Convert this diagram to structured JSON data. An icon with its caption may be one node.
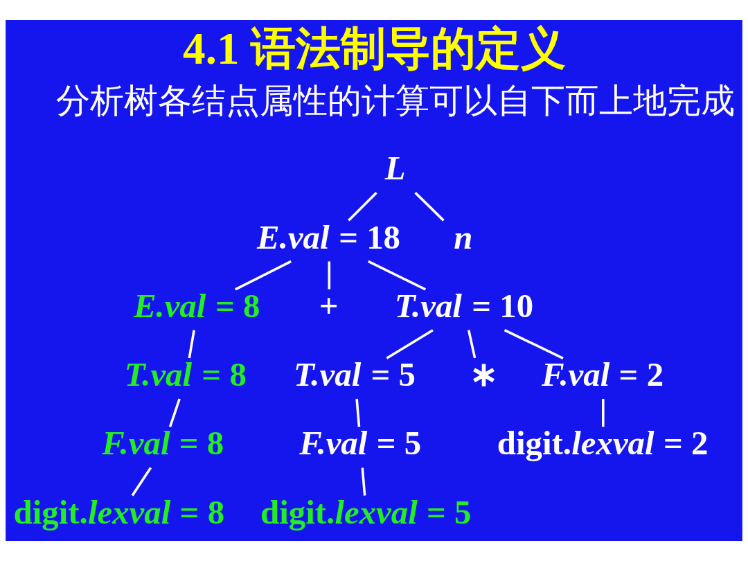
{
  "diagram": {
    "title": "4.1 语法制导的定义",
    "nodes": [
      {
        "text": [
          "L"
        ]
      },
      {
        "text": [
          "*E.val* = 18"
        ]
      },
      {
        "text": [
          "n"
        ]
      },
      {
        "text": [
          "*E.val* = 8"
        ]
      },
      {
        "text": [
          "+"
        ]
      },
      {
        "text": [
          "*T.val* = 10"
        ]
      },
      {
        "text": [
          "*T.val* = 8"
        ]
      },
      {
        "text": [
          "*T.val* = 5"
        ]
      },
      {
        "text": [
          "∗"
        ]
      },
      {
        "text": [
          "*F.val* = 2"
        ]
      },
      {
        "text": [
          "*F.val* = 8"
        ]
      },
      {
        "text": [
          "*F.val* = 5"
        ]
      },
      {
        "text": [
          "digit.*lexval* = 2"
        ]
      },
      {
        "text": [
          "digit.*lexval* = 8"
        ]
      },
      {
        "text": [
          "digit.*lexval* = 5"
        ]
      }
    ],
    "edges": [
      {
        "from": 0,
        "to": 1,
        "arrow": "none"
      },
      {
        "from": 0,
        "to": 2,
        "arrow": "none"
      },
      {
        "from": 1,
        "to": 3,
        "arrow": "none"
      },
      {
        "from": 1,
        "to": 4,
        "arrow": "none"
      },
      {
        "from": 1,
        "to": 5,
        "arrow": "none"
      },
      {
        "from": 5,
        "to": 7,
        "arrow": "none"
      },
      {
        "from": 5,
        "to": 8,
        "arrow": "none"
      },
      {
        "from": 5,
        "to": 9,
        "arrow": "none"
      },
      {
        "from": 3,
        "to": 6,
        "arrow": "none"
      },
      {
        "from": 6,
        "to": 10,
        "arrow": "none"
      },
      {
        "from": 10,
        "to": 13,
        "arrow": "none"
      },
      {
        "from": 7,
        "to": 11,
        "arrow": "none"
      },
      {
        "from": 11,
        "to": 14,
        "arrow": "none"
      },
      {
        "from": 9,
        "to": 12,
        "arrow": "none"
      }
    ],
    "labels": [
      "分析树各结点属性的计算可以自下而上地完成"
    ]
  }
}
